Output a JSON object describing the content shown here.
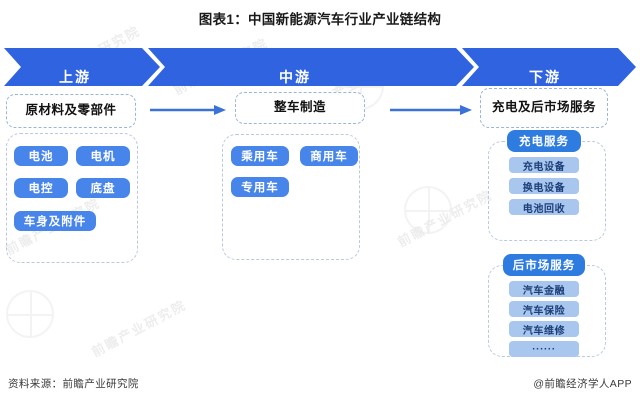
{
  "title": "图表1：中国新能源汽车行业产业链结构",
  "banner": {
    "segments": [
      {
        "label": "上游"
      },
      {
        "label": "中游"
      },
      {
        "label": "下游"
      }
    ],
    "color": "#2f63e0"
  },
  "connectors": [
    {
      "name": "upstream-to-midstream",
      "color": "#3a72d8"
    },
    {
      "name": "midstream-to-downstream",
      "color": "#3a72d8"
    }
  ],
  "upstream": {
    "head": "原材料及零部件",
    "items": [
      {
        "label": "电池"
      },
      {
        "label": "电机"
      },
      {
        "label": "电控"
      },
      {
        "label": "底盘"
      },
      {
        "label": "车身及附件"
      }
    ]
  },
  "midstream": {
    "head": "整车制造",
    "items": [
      {
        "label": "乘用车"
      },
      {
        "label": "商用车"
      },
      {
        "label": "专用车"
      }
    ]
  },
  "downstream": {
    "head": "充电及后市场服务",
    "groups": [
      {
        "name": "charging-service",
        "head": "充电服务",
        "items": [
          {
            "label": "充电设备"
          },
          {
            "label": "换电设备"
          },
          {
            "label": "电池回收"
          }
        ]
      },
      {
        "name": "after-market-service",
        "head": "后市场服务",
        "items": [
          {
            "label": "汽车金融"
          },
          {
            "label": "汽车保险"
          },
          {
            "label": "汽车维修"
          },
          {
            "label": "······"
          }
        ]
      }
    ]
  },
  "footer": {
    "source": "资料来源：前瞻产业研究院",
    "credit": "@前瞻经济学人APP"
  },
  "watermarks": [
    {
      "text": "前瞻产业研究院"
    },
    {
      "text": "前瞻产业研究院"
    },
    {
      "text": "前瞻产业研究院"
    },
    {
      "text": "前瞻产业研究院"
    },
    {
      "text": "前瞻产业研究院"
    },
    {
      "text": "前瞻产业研究院"
    }
  ],
  "colors": {
    "banner": "#2f63e0",
    "pill_strong": "#4785ea",
    "pill_head": "#2f7ce0",
    "pill_soft": "#a8c6ee",
    "dashed_border": "#b9c9e2"
  }
}
